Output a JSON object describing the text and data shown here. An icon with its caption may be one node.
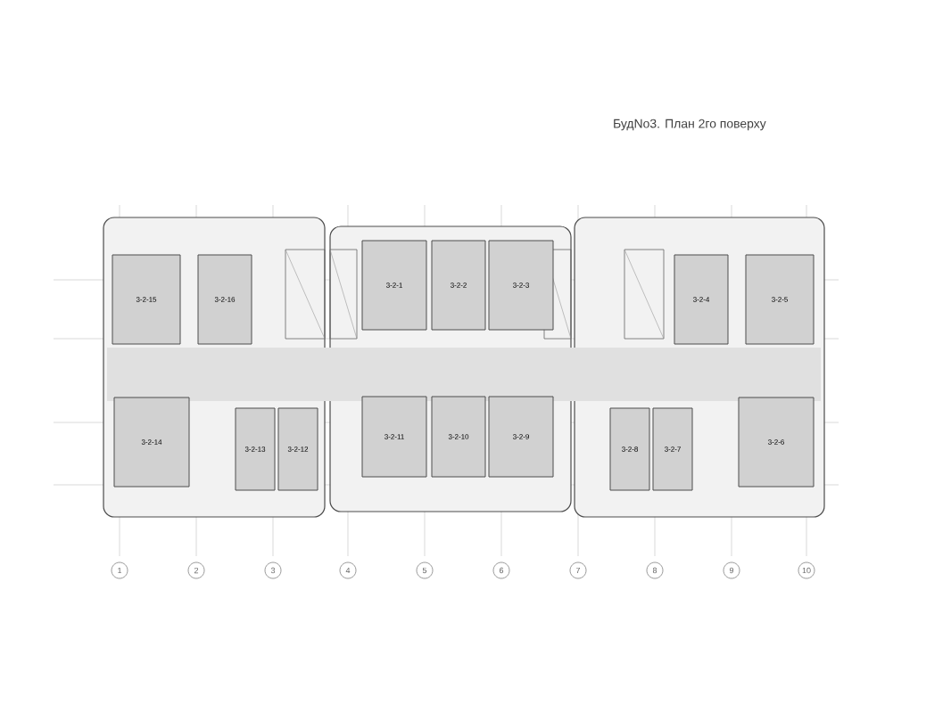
{
  "diagram": {
    "title": "БудNo3.  План 2го поверху",
    "nodes": [
      {
        "text": [
          "3-2-15"
        ]
      },
      {
        "text": [
          "3-2-16"
        ]
      },
      {
        "text": [
          "3-2-1"
        ]
      },
      {
        "text": [
          "3-2-2"
        ]
      },
      {
        "text": [
          "3-2-3"
        ]
      },
      {
        "text": [
          "3-2-4"
        ]
      },
      {
        "text": [
          "3-2-5"
        ]
      },
      {
        "text": [
          "3-2-14"
        ]
      },
      {
        "text": [
          "3-2-13"
        ]
      },
      {
        "text": [
          "3-2-12"
        ]
      },
      {
        "text": [
          "3-2-11"
        ]
      },
      {
        "text": [
          "3-2-10"
        ]
      },
      {
        "text": [
          "3-2-9"
        ]
      },
      {
        "text": [
          "3-2-8"
        ]
      },
      {
        "text": [
          "3-2-7"
        ]
      },
      {
        "text": [
          "3-2-6"
        ]
      }
    ],
    "labels": [
      "1",
      "2",
      "3",
      "4",
      "5",
      "6",
      "7",
      "8",
      "9",
      "10"
    ]
  }
}
